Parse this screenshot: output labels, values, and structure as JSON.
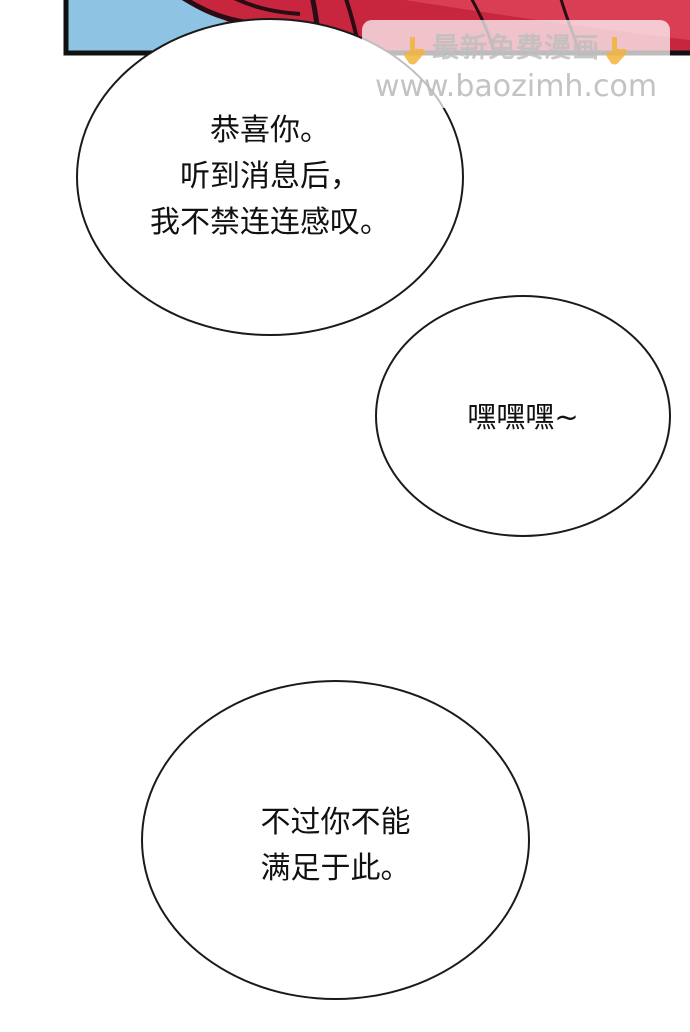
{
  "watermark": {
    "title": "最新免费漫画",
    "url": "www.baozimh.com",
    "icon": "pointing-hand-icon"
  },
  "bubbles": [
    {
      "lines": [
        "恭喜你。",
        "听到消息后，",
        "我不禁连连感叹。"
      ]
    },
    {
      "lines": [
        "嘿嘿嘿~"
      ]
    },
    {
      "lines": [
        "不过你不能",
        "满足于此。"
      ]
    }
  ],
  "colors": {
    "panel_blue": "#8ec3e3",
    "panel_red": "#c8263e",
    "panel_border": "#111111",
    "bubble_border": "#1a1a1a",
    "text": "#111111",
    "watermark_icon": "#f2b43c"
  }
}
